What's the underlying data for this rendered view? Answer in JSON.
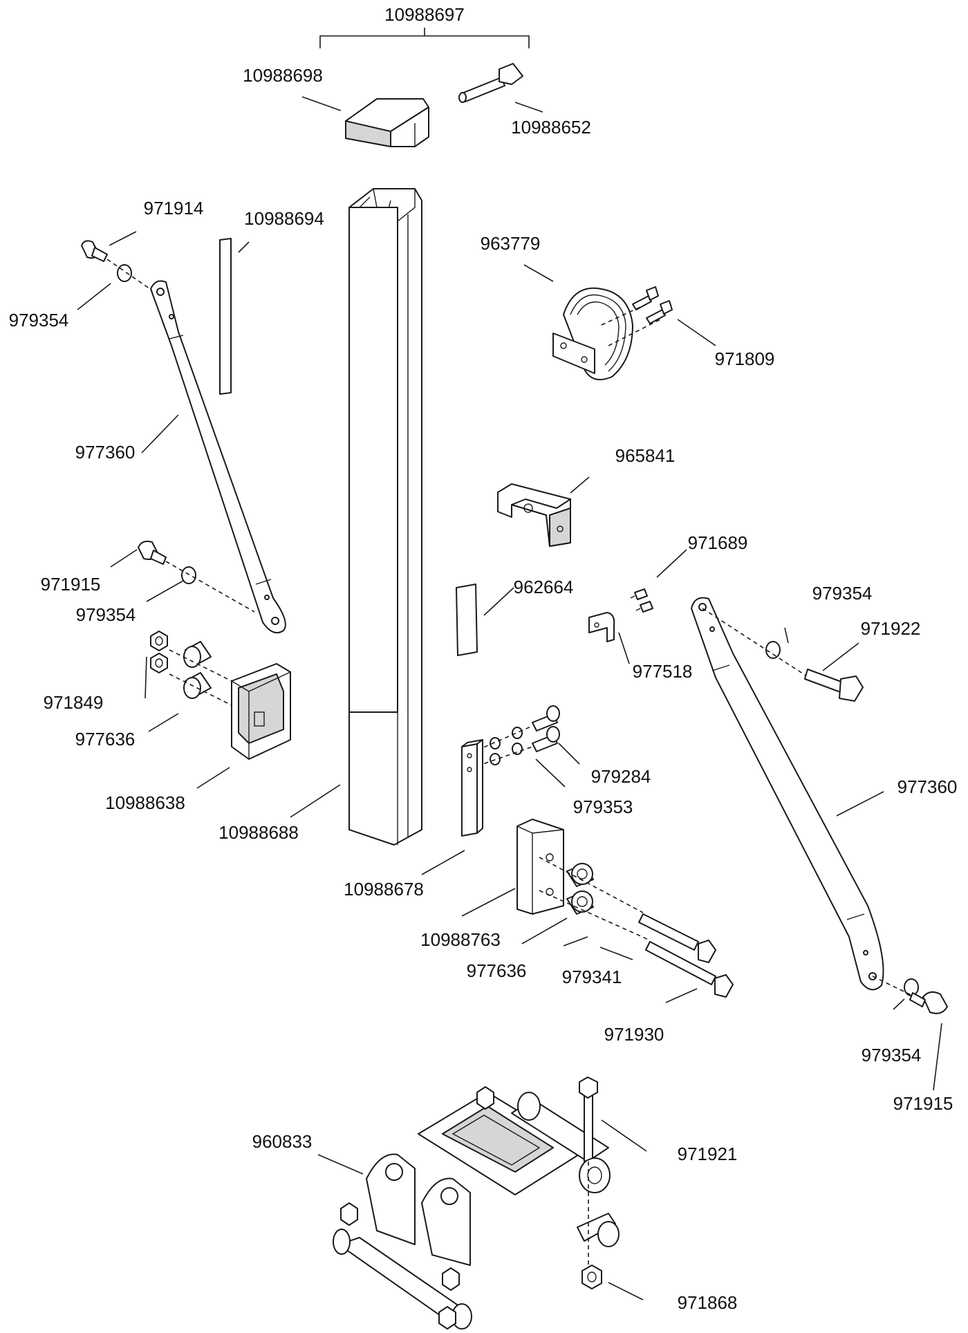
{
  "labels": {
    "assembly_top": "10988697",
    "top_cap": "10988698",
    "top_bolt": "10988652",
    "bolt_left_top": "971914",
    "strip_left": "10988694",
    "washer_left_top": "979354",
    "brace_left": "977360",
    "bolt_left_lower": "971915",
    "washer_left_lower": "979354",
    "nut_left": "971849",
    "bushing_left": "977636",
    "bracket_left": "10988638",
    "column": "10988688",
    "cable_holder": "963779",
    "cable_holder_screw": "971809",
    "clamp_block": "965841",
    "small_screw": "971689",
    "label_plate": "962664",
    "hook_bracket": "977518",
    "washer_right_top": "979354",
    "bolt_right_top": "971922",
    "brace_right": "977360",
    "cap_screw": "979284",
    "washer_small": "979353",
    "spacer_bar": "10988678",
    "carriage_block": "10988763",
    "bushing_right": "977636",
    "pin_upper": "979341",
    "pin_lower": "971930",
    "washer_right_lower": "979354",
    "bolt_right_lower": "971915",
    "base": "960833",
    "base_bolt": "971921",
    "base_nut": "971868"
  }
}
